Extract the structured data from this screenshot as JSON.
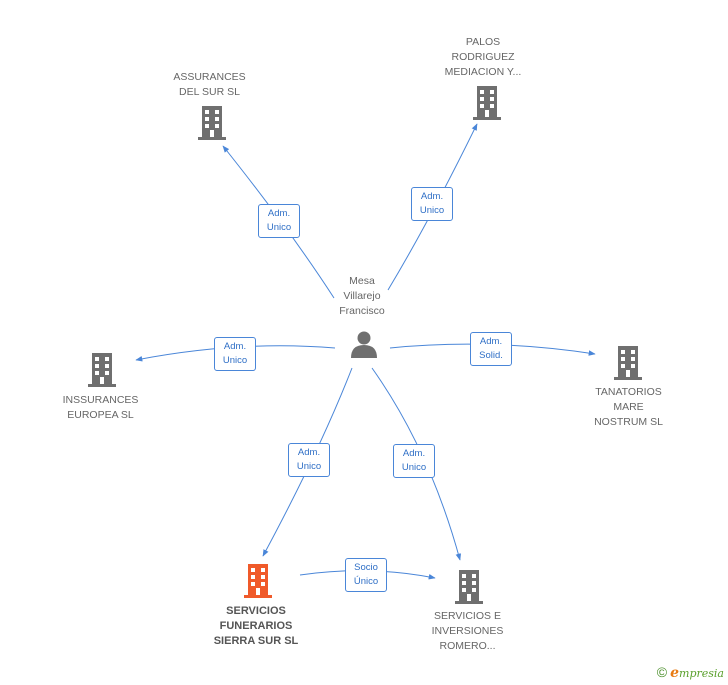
{
  "person": {
    "label": "Mesa\nVillarejo\nFrancisco"
  },
  "companies": {
    "assurances": "ASSURANCES\nDEL SUR SL",
    "palos": "PALOS\nRODRIGUEZ\nMEDIACION Y...",
    "inssurances": "INSSURANCES\nEUROPEA SL",
    "tanatorios": "TANATORIOS\nMARE\nNOSTRUM SL",
    "servicios_funerarios": "SERVICIOS\nFUNERARIOS\nSIERRA SUR SL",
    "servicios_inversiones": "SERVICIOS E\nINVERSIONES\nROMERO..."
  },
  "relations": {
    "r1": "Adm.\nUnico",
    "r2": "Adm.\nUnico",
    "r3": "Adm.\nUnico",
    "r4": "Adm.\nSolid.",
    "r5": "Adm.\nUnico",
    "r6": "Adm.\nUnico",
    "r7": "Socio\nÚnico"
  },
  "colors": {
    "edge": "#4a86d8",
    "building": "#6f6f6f",
    "highlight": "#f05a2a",
    "person": "#6f6f6f"
  },
  "footer": {
    "copyright": "©",
    "brand_initial": "e",
    "brand_rest": "mpresia"
  }
}
